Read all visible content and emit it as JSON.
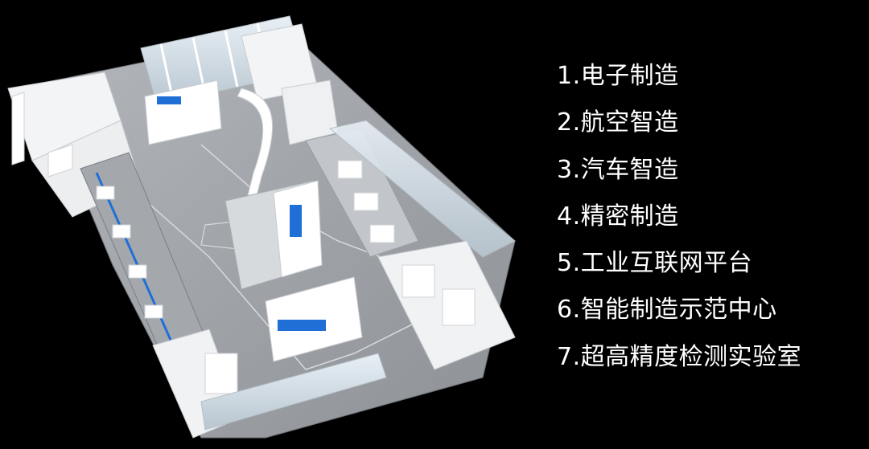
{
  "zones": [
    {
      "label": "1.电子制造"
    },
    {
      "label": "2.航空智造"
    },
    {
      "label": "3.汽车智造"
    },
    {
      "label": "4.精密制造"
    },
    {
      "label": "5.工业互联网平台"
    },
    {
      "label": "6.智能制造示范中心"
    },
    {
      "label": "7.超高精度检测实验室"
    }
  ],
  "colors": {
    "background": "#000000",
    "text": "#ffffff",
    "floor": "#9a9ea3",
    "wall": "#f2f3f5",
    "accent_blue": "#1f6fd6"
  }
}
